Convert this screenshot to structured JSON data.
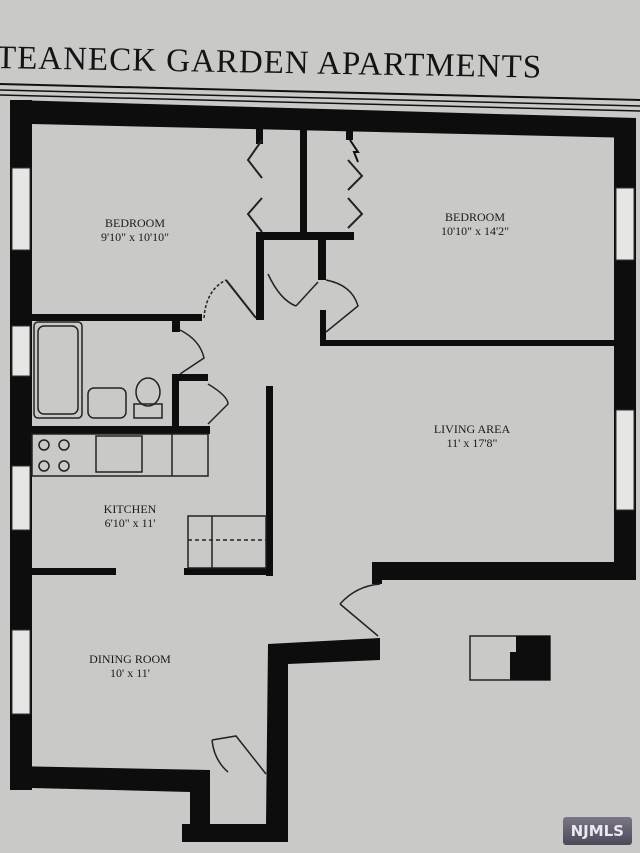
{
  "title": "TEANECK GARDEN APARTMENTS",
  "rooms": [
    {
      "name": "BEDROOM",
      "size": "9'10\" x 10'10\""
    },
    {
      "name": "BEDROOM",
      "size": "10'10\" x 14'2\""
    },
    {
      "name": "LIVING AREA",
      "size": "11' x 17'8\""
    },
    {
      "name": "KITCHEN",
      "size": "6'10\" x 11'"
    },
    {
      "name": "DINING ROOM",
      "size": "10' x 11'"
    }
  ],
  "watermark": "NJMLS",
  "colors": {
    "paper": "#c9c9c7",
    "wall": "#0d0d0d"
  }
}
